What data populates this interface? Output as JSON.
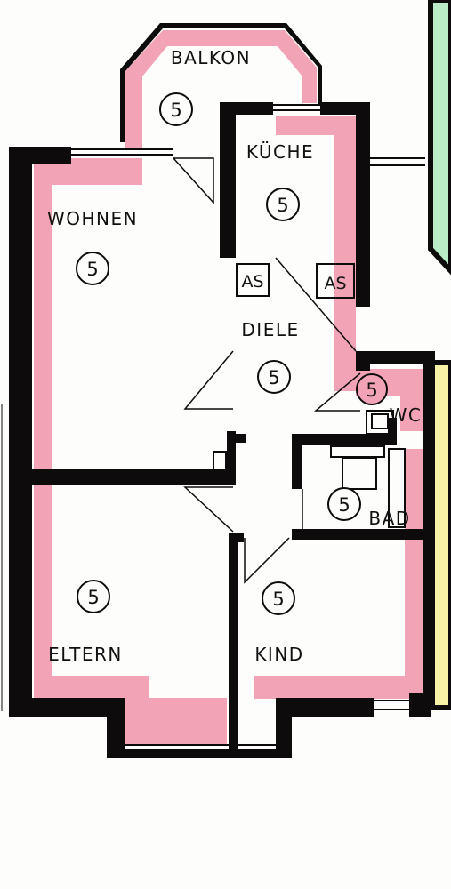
{
  "colors": {
    "wall": "#0d0b0b",
    "insulation": "#f2a3b6",
    "green_area": "#b9ecc6",
    "yellow_area": "#f7f2a6",
    "paper": "#fdfdfb"
  },
  "rooms": {
    "balkon": {
      "label": "BALKON",
      "number": "5"
    },
    "kueche": {
      "label": "KÜCHE",
      "number": "5"
    },
    "wohnen": {
      "label": "WOHNEN",
      "number": "5"
    },
    "diele": {
      "label": "DIELE",
      "number": "5"
    },
    "wc": {
      "label": "WC",
      "number": "5"
    },
    "bad": {
      "label": "BAD",
      "number": "5"
    },
    "eltern": {
      "label": "ELTERN",
      "number": "5"
    },
    "kind": {
      "label": "KIND",
      "number": "5"
    }
  },
  "fixtures": {
    "as_left": "AS",
    "as_right": "AS"
  }
}
